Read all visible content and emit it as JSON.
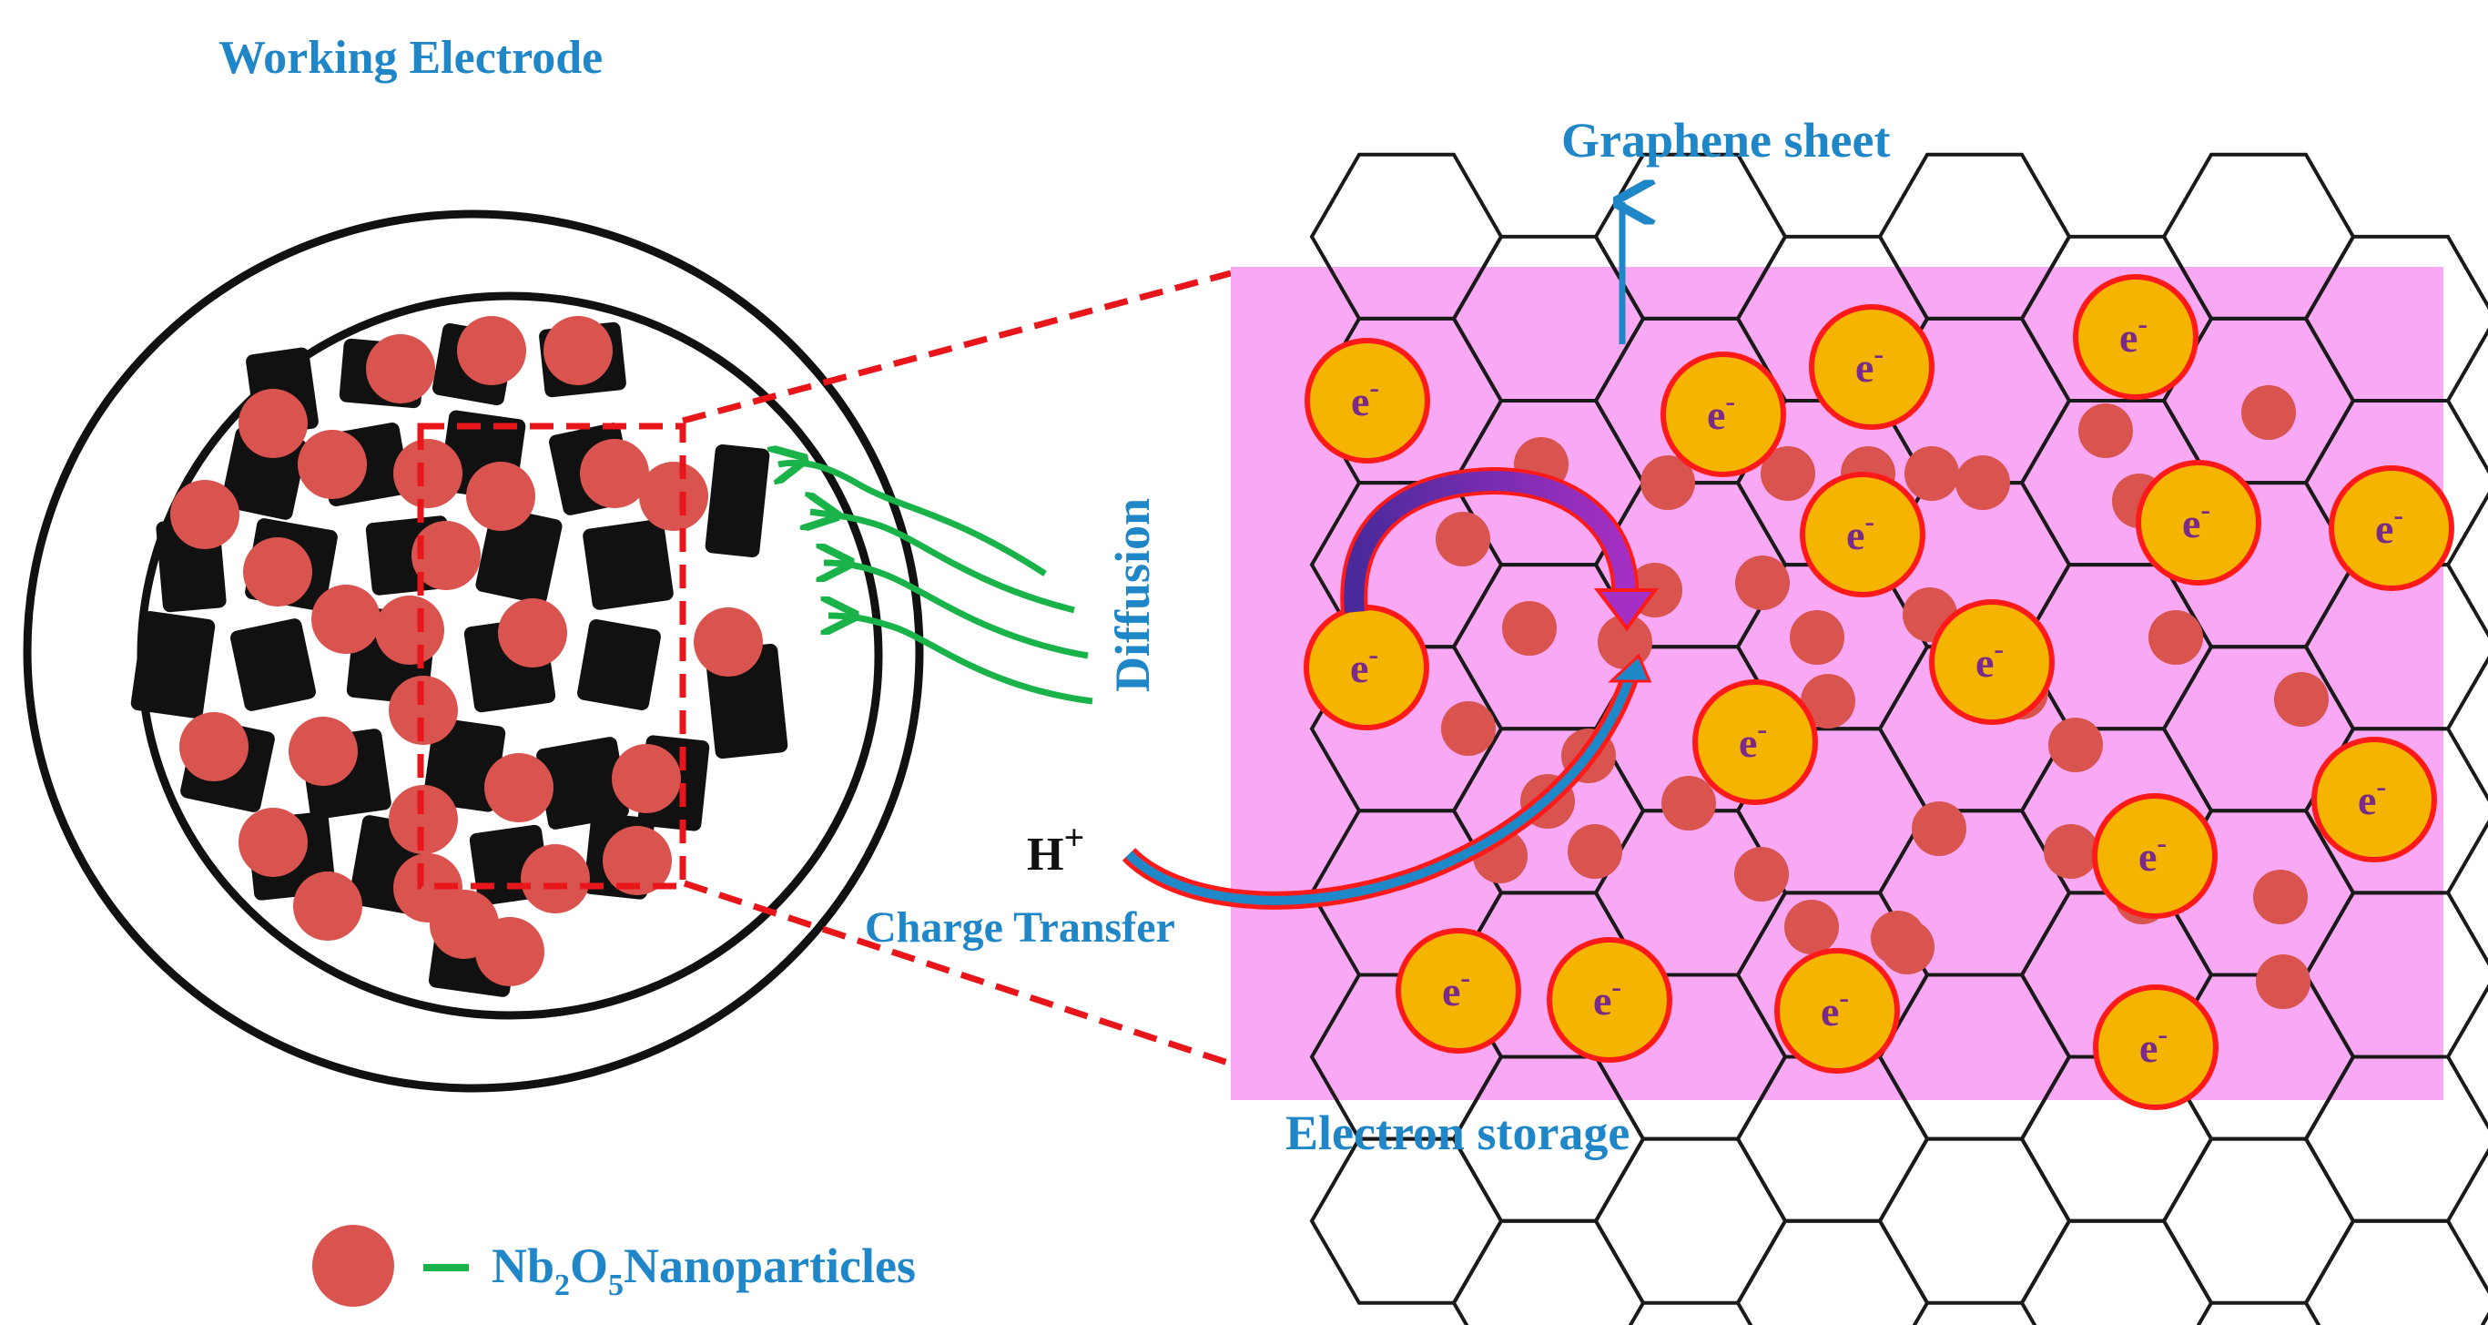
{
  "labels": {
    "working_electrode": "Working Electrode",
    "graphene_sheet": "Graphene sheet",
    "diffusion": "Diffusion",
    "h_ion": "H",
    "h_charge": "+",
    "charge_transfer": "Charge Transfer",
    "electron_storage": "Electron storage",
    "electron_symbol": "e",
    "electron_charge": "-"
  },
  "legend": {
    "formula_nb": "Nb",
    "formula_nb_sub": "2",
    "formula_o": "O",
    "formula_o_sub": "5",
    "formula_rest": "Nanoparticles"
  },
  "colors": {
    "nanoparticle": "#d9534f",
    "graphene_bg": "#f9a9f3",
    "electron_fill": "#f5b400",
    "electron_border": "#ff1a1a",
    "label_blue": "#1f86c8",
    "diffusion_arrow": "#19b34a",
    "zoom_dash": "#e8151b",
    "curved_arrow": "#7b2fa8"
  }
}
